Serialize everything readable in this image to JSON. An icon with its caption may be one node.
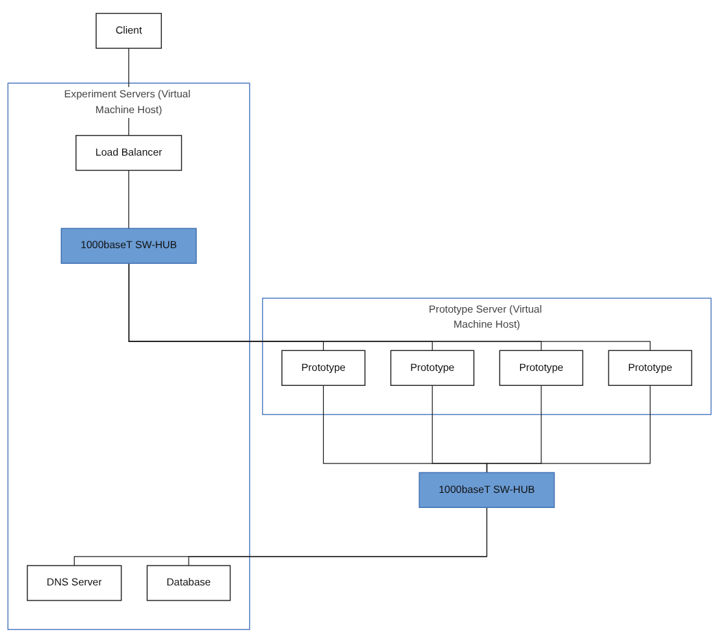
{
  "diagram": {
    "nodes": [
      {
        "text": [
          "Client"
        ]
      },
      {
        "text": [
          "Experiment Servers (Virtual Machine Host)"
        ]
      },
      {
        "text": [
          "Load Balancer"
        ],
        "in": 1
      },
      {
        "text": [
          "1000baseT SW-HUB"
        ],
        "in": 1
      },
      {
        "text": [
          "Prototype Server (Virtual Machine Host)"
        ]
      },
      {
        "text": [
          "Prototype"
        ],
        "in": 4
      },
      {
        "text": [
          "Prototype"
        ],
        "in": 4
      },
      {
        "text": [
          "Prototype"
        ],
        "in": 4
      },
      {
        "text": [
          "Prototype"
        ],
        "in": 4
      },
      {
        "text": [
          "1000baseT SW-HUB"
        ]
      },
      {
        "text": [
          "DNS Server"
        ],
        "in": 1
      },
      {
        "text": [
          "Database"
        ],
        "in": 1
      }
    ],
    "edges": [
      {
        "from": 0,
        "to": 2,
        "arrow": "none"
      },
      {
        "from": 2,
        "to": 3,
        "arrow": "none"
      },
      {
        "from": 3,
        "to": 5,
        "arrow": "none"
      },
      {
        "from": 3,
        "to": 6,
        "arrow": "none"
      },
      {
        "from": 3,
        "to": 7,
        "arrow": "none"
      },
      {
        "from": 3,
        "to": 8,
        "arrow": "none"
      },
      {
        "from": 5,
        "to": 9,
        "arrow": "none"
      },
      {
        "from": 6,
        "to": 9,
        "arrow": "none"
      },
      {
        "from": 7,
        "to": 9,
        "arrow": "none"
      },
      {
        "from": 8,
        "to": 9,
        "arrow": "none"
      },
      {
        "from": 9,
        "to": 10,
        "arrow": "none"
      },
      {
        "from": 9,
        "to": 11,
        "arrow": "none"
      }
    ]
  }
}
